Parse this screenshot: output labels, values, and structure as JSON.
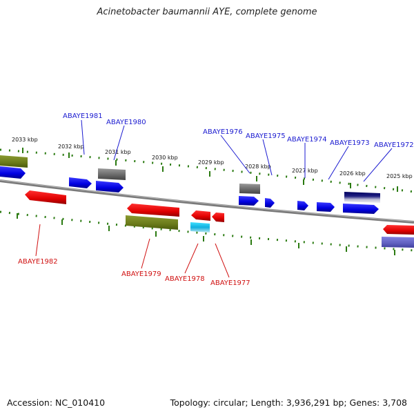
{
  "title": "Acinetobacter baumannii AYE, complete genome",
  "accession": "Accession: NC_010410",
  "topology": "Topology: circular; Length: 3,936,291 bp; Genes: 3,708",
  "scale_labels": [
    "2033 kbp",
    "2032 kbp",
    "2031 kbp",
    "2030 kbp",
    "2029 kbp",
    "2028 kbp",
    "2027 kbp",
    "2026 kbp",
    "2025 kbp"
  ],
  "forward_genes": [
    "ABAYE1981",
    "ABAYE1980",
    "ABAYE1976",
    "ABAYE1975",
    "ABAYE1974",
    "ABAYE1973",
    "ABAYE1972"
  ],
  "reverse_genes": [
    "ABAYE1982",
    "ABAYE1979",
    "ABAYE1978",
    "ABAYE1977"
  ],
  "colors": {
    "forward_label": "#1a1ad0",
    "reverse_label": "#d01010",
    "tick": "#2a7a10",
    "backbone": "#808080"
  }
}
